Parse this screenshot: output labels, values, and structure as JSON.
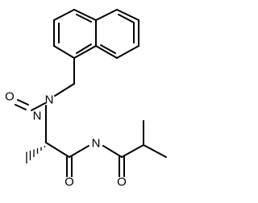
{
  "molecule": {
    "atoms": [
      {
        "symbol": "O"
      },
      {
        "symbol": "N"
      },
      {
        "symbol": "N"
      },
      {
        "symbol": "N"
      },
      {
        "symbol": "O"
      },
      {
        "symbol": "O"
      }
    ]
  },
  "colors": {
    "bond": "#000000",
    "background": "#ffffff"
  }
}
